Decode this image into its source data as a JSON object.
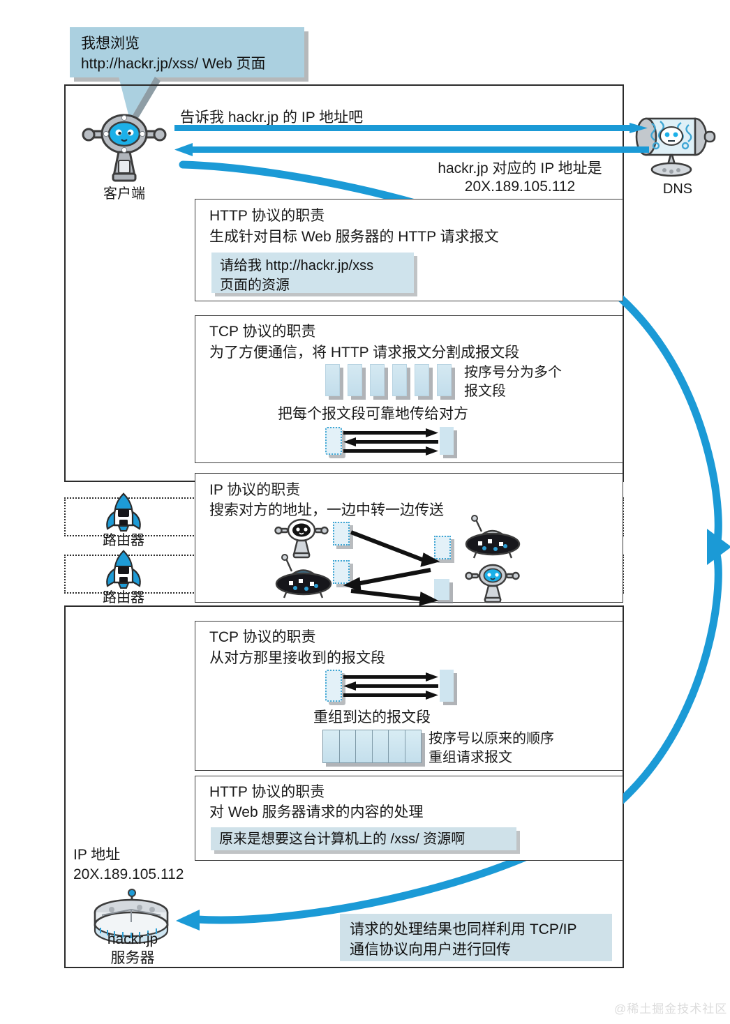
{
  "diagram": {
    "title_bubble": {
      "line1": "我想浏览",
      "line2": "http://hackr.jp/xss/ Web 页面"
    },
    "actors": {
      "client_label": "客户端",
      "dns_label": "DNS",
      "router_label_1": "路由器",
      "router_label_2": "路由器",
      "server_name": "hackr.jp",
      "server_role": "服务器",
      "server_ip_label": "IP 地址",
      "server_ip_value": "20X.189.105.112"
    },
    "dns_exchange": {
      "request": "告诉我 hackr.jp 的 IP 地址吧",
      "response_line1": "hackr.jp 对应的 IP 地址是",
      "response_line2": "20X.189.105.112"
    },
    "panels": [
      {
        "id": "http-request",
        "heading": "HTTP 协议的职责",
        "subheading": "生成针对目标 Web 服务器的 HTTP 请求报文",
        "bubble_line1": "请给我 http://hackr.jp/xss",
        "bubble_line2": "页面的资源"
      },
      {
        "id": "tcp-split",
        "heading": "TCP 协议的职责",
        "subheading": "为了方便通信，将 HTTP 请求报文分割成报文段",
        "note_line1": "按序号分为多个",
        "note_line2": "报文段",
        "caption": "把每个报文段可靠地传给对方",
        "segment_count": 6
      },
      {
        "id": "ip-route",
        "heading": "IP 协议的职责",
        "subheading": "搜索对方的地址，一边中转一边传送"
      },
      {
        "id": "tcp-receive",
        "heading": "TCP 协议的职责",
        "subheading": "从对方那里接收到的报文段",
        "caption": "重组到达的报文段",
        "note_line1": "按序号以原来的顺序",
        "note_line2": "重组请求报文",
        "segment_count": 6
      },
      {
        "id": "http-response",
        "heading": "HTTP 协议的职责",
        "subheading": "对 Web 服务器请求的内容的处理",
        "bubble_line1": "原来是想要这台计算机上的 /xss/ 资源啊"
      }
    ],
    "footer_bubble": {
      "line1": "请求的处理结果也同样利用 TCP/IP",
      "line2": "通信协议向用户进行回传"
    },
    "watermark": "@稀土掘金技术社区",
    "colors": {
      "accent": "#1b9ad6",
      "bubble": "#abd0e0",
      "bubble_light": "#cfe3ec",
      "segment": "#c8e1ee",
      "frame": "#2b2b2b",
      "shadow": "#808588"
    }
  }
}
